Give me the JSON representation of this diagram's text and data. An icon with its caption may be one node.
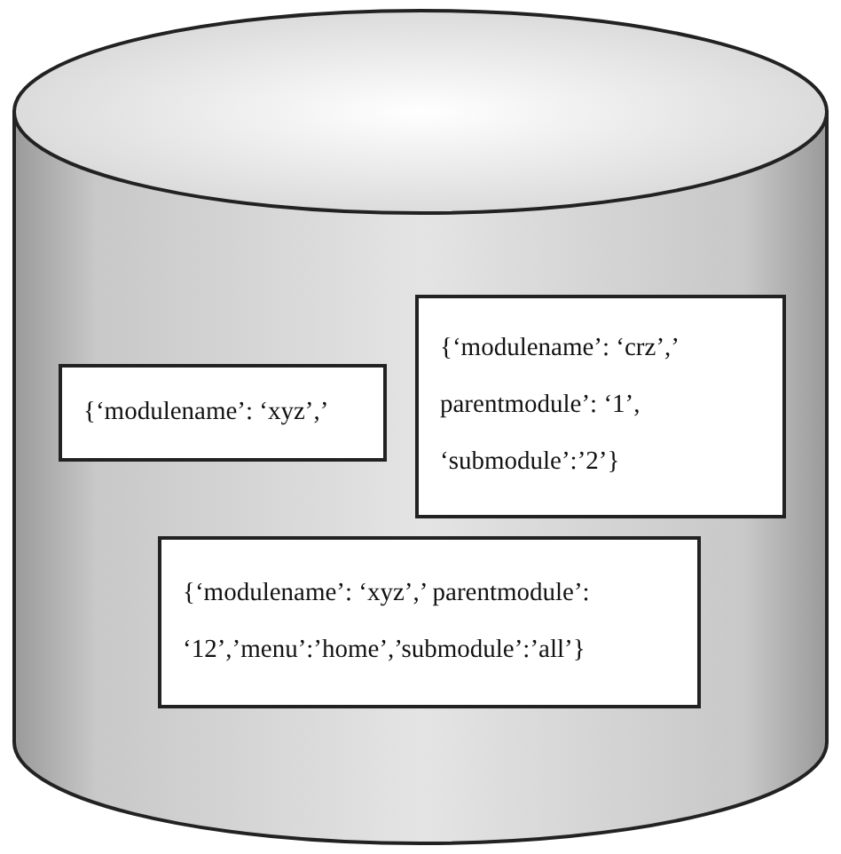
{
  "diagram": {
    "nodes": [
      {
        "text": [],
        "shape": "cylinder"
      },
      {
        "text": [
          "{‘modulename’: ‘xyz’,’"
        ],
        "in": 0
      },
      {
        "text": [
          "{‘modulename’: ‘crz’,’ parentmodule’: ‘1’, ‘submodule’:’2’}"
        ],
        "in": 0
      },
      {
        "text": [
          "{‘modulename’: ‘xyz’,’ parentmodule’: ‘12’,’menu’:’home’,’submodule’:’all’}"
        ],
        "in": 0
      }
    ]
  }
}
